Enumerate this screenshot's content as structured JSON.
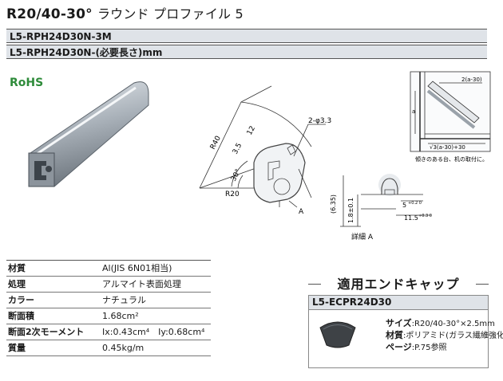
{
  "header": {
    "title_main": "R20/40-30°",
    "title_jp": "ラウンド プロファイル 5",
    "part_fixed": "L5-RPH24D30N-3M",
    "part_cut": "L5-RPH24D30N-(必要長さ)mm"
  },
  "photo": {
    "badge": "RoHS"
  },
  "drawing": {
    "labels": {
      "r40": "R40",
      "r20": "R20",
      "hole": "2-φ3.3",
      "d35": "3.5",
      "d12": "12",
      "angle": "30°",
      "detail_marker": "A",
      "detail_caption": "詳細 A",
      "d635": "(6.35)",
      "d18": "1.8±0.1",
      "d5": "5",
      "d5_tol": "+0.2 0",
      "d115": "11.5",
      "d115_tol": "+0.3 0"
    },
    "side": {
      "a": "a",
      "top_dim": "2(a-30)",
      "bottom_dim": "√3(a-30)+30",
      "note": "傾きのある台、机の取付に。"
    }
  },
  "specs": [
    {
      "key": "材質",
      "value": "Al(JIS 6N01相当)"
    },
    {
      "key": "処理",
      "value": "アルマイト表面処理"
    },
    {
      "key": "カラー",
      "value": "ナチュラル"
    },
    {
      "key": "断面積",
      "value": "1.68cm²"
    },
    {
      "key": "断面2次モーメント",
      "value": "Ix:0.43cm⁴　Iy:0.68cm⁴"
    },
    {
      "key": "質量",
      "value": "0.45kg/m"
    }
  ],
  "endcap": {
    "heading": "適用エンドキャップ",
    "part": "L5-ECPR24D30",
    "size_k": "サイズ",
    "size_v": ":R20/40-30°×2.5mm",
    "material_k": "材質",
    "material_v": ":ポリアミド(ガラス繊維強化)",
    "page_k": "ページ",
    "page_v": ":P.75参照"
  },
  "colors": {
    "header_bg": "#dfe3e8",
    "rohs_green": "#2e8b3a",
    "profile_silver": "#b9c0c7"
  }
}
